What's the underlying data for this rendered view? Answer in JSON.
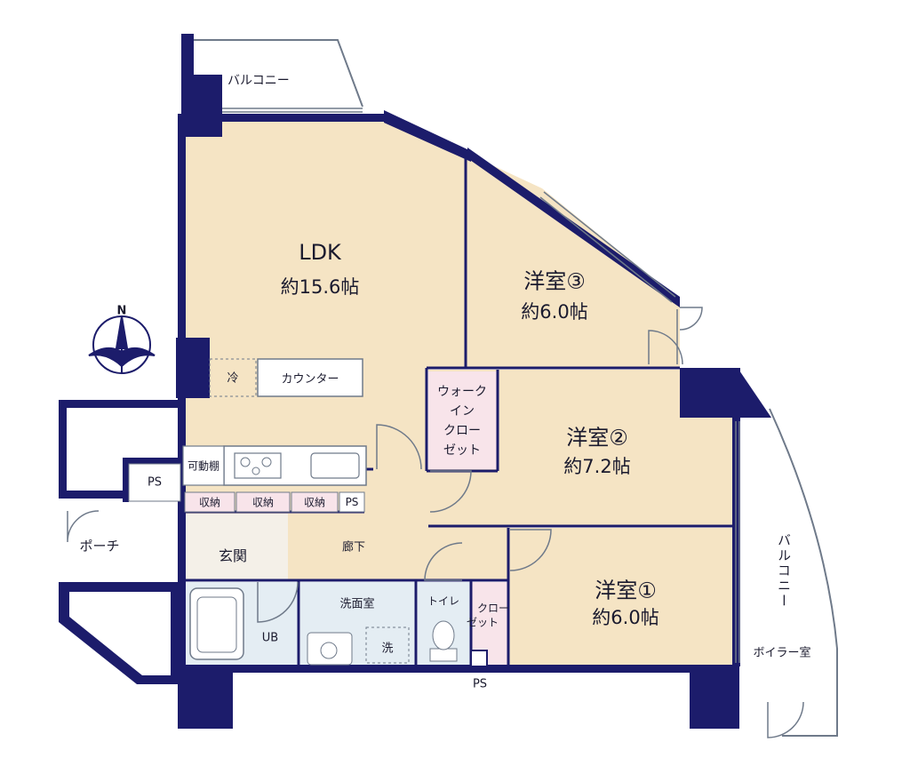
{
  "colors": {
    "wall": "#1c1c6b",
    "room_beige": "#f5e4c4",
    "wet_blue": "#e4edf3",
    "closet_pink": "#f8e4ea",
    "line": "#6f7a8a"
  },
  "rooms": {
    "ldk": {
      "name": "LDK",
      "size": "約15.6帖"
    },
    "western3": {
      "name": "洋室③",
      "size": "約6.0帖"
    },
    "western2": {
      "name": "洋室②",
      "size": "約7.2帖"
    },
    "western1": {
      "name": "洋室①",
      "size": "約6.0帖"
    }
  },
  "labels": {
    "balcony_top": "バルコニー",
    "balcony_right": "バルコニー",
    "walk_in_closet": [
      "ウォーク",
      "イン",
      "クロー",
      "ゼット"
    ],
    "closet_small": [
      "クロー",
      "ゼット"
    ],
    "counter": "カウンター",
    "fridge": "冷",
    "movable_shelf": "可動棚",
    "storage": [
      "収納",
      "収納",
      "収納"
    ],
    "ps": "PS",
    "porch": "ポーチ",
    "entrance": "玄関",
    "hallway": "廊下",
    "bath": "UB",
    "washroom": "洗面室",
    "washer": "洗",
    "toilet": "トイレ",
    "boiler_room": "ボイラー室",
    "compass_n": "N"
  }
}
